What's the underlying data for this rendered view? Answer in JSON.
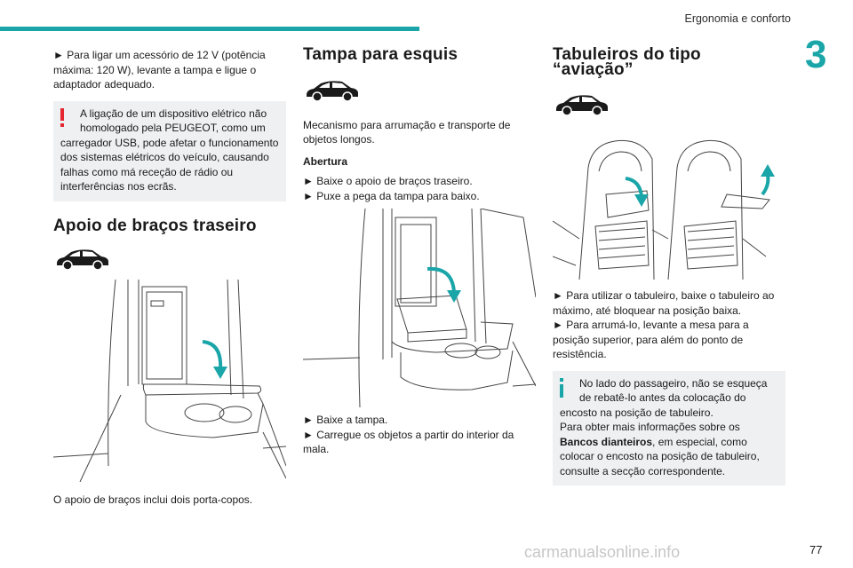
{
  "header": {
    "section": "Ergonomia e conforto",
    "chapter": "3"
  },
  "col1": {
    "intro": "► Para ligar um acessório de 12 V (potência máxima: 120 W), levante a tampa e ligue o adaptador adequado.",
    "warning_line1": "A ligação de um dispositivo elétrico não homologado pela PEUGEOT, como um",
    "warning_rest": "carregador USB, pode afetar o funcionamento dos sistemas elétricos do veículo, causando falhas como má receção de rádio ou interferências nos ecrãs.",
    "heading": "Apoio de braços traseiro",
    "caption": "O apoio de braços inclui dois porta-copos."
  },
  "col2": {
    "heading": "Tampa para esquis",
    "desc": "Mecanismo para arrumação e transporte de objetos longos.",
    "subheading": "Abertura",
    "step1": "► Baixe o apoio de braços traseiro.",
    "step2": "► Puxe a pega da tampa para baixo.",
    "step3": "► Baixe a tampa.",
    "step4": "► Carregue os objetos a partir do interior da mala."
  },
  "col3": {
    "heading": "Tabuleiros do tipo “aviação”",
    "step1": "► Para utilizar o tabuleiro, baixe o tabuleiro ao máximo, até bloquear na posição baixa.",
    "step2": "► Para arrumá-lo, levante a mesa para a posição superior, para além do ponto de resistência.",
    "info_line1": "No lado do passageiro, não se esqueça de rebatê-lo antes da colocação do",
    "info_line2": "encosto na posição de tabuleiro.",
    "info_line3": "Para obter mais informações sobre os",
    "info_bold": "Bancos dianteiros",
    "info_line4": ", em especial, como colocar o encosto na posição de tabuleiro, consulte a secção correspondente."
  },
  "footer": {
    "page": "77",
    "watermark": "carmanualsonline.info"
  },
  "colors": {
    "accent": "#1aa5a8",
    "warning": "#e3262f",
    "info": "#1aa5a8",
    "box": "#eef0f2"
  },
  "icons": [
    "warning-icon",
    "info-icon",
    "car-icon"
  ]
}
